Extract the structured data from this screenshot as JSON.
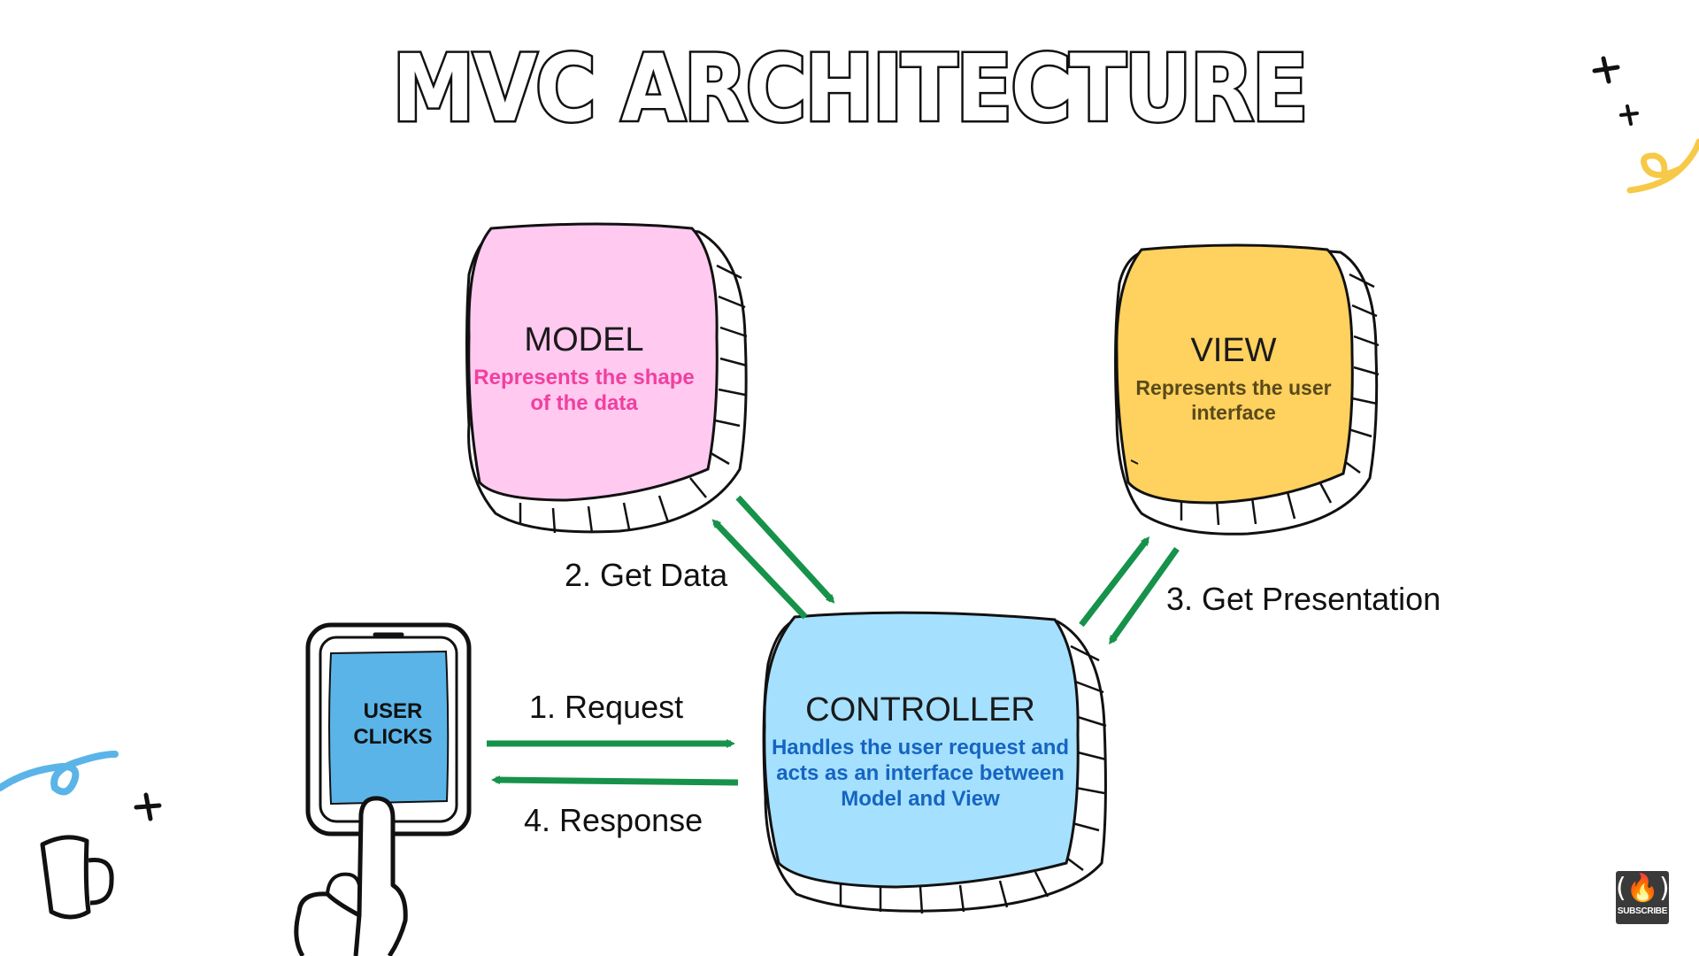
{
  "title": "MVC ARCHITECTURE",
  "nodes": {
    "model": {
      "title": "MODEL",
      "description_line1": "Represents the shape",
      "description_line2": "of the data",
      "fill": "#ffc9f0",
      "text_color": "#f0409e"
    },
    "view": {
      "title": "VIEW",
      "description_line1": "Represents the user",
      "description_line2": "interface",
      "fill": "#ffd15e",
      "text_color": "#5a4a1a"
    },
    "controller": {
      "title": "CONTROLLER",
      "description_line1": "Handles the user request and",
      "description_line2": "acts as an interface between",
      "description_line3": "Model and View",
      "fill": "#a5e0ff",
      "text_color": "#1565c0"
    }
  },
  "phone": {
    "label_line1": "USER",
    "label_line2": "CLICKS",
    "screen_color": "#5ab4e8"
  },
  "arrows": {
    "step1": "1. Request",
    "step2": "2. Get Data",
    "step3": "3. Get Presentation",
    "step4": "4. Response",
    "color": "#16924a"
  },
  "subscribe_label": "SUBSCRIBE",
  "decor_colors": {
    "yellow_squiggle": "#f7c948",
    "blue_squiggle": "#5ab4e8"
  }
}
